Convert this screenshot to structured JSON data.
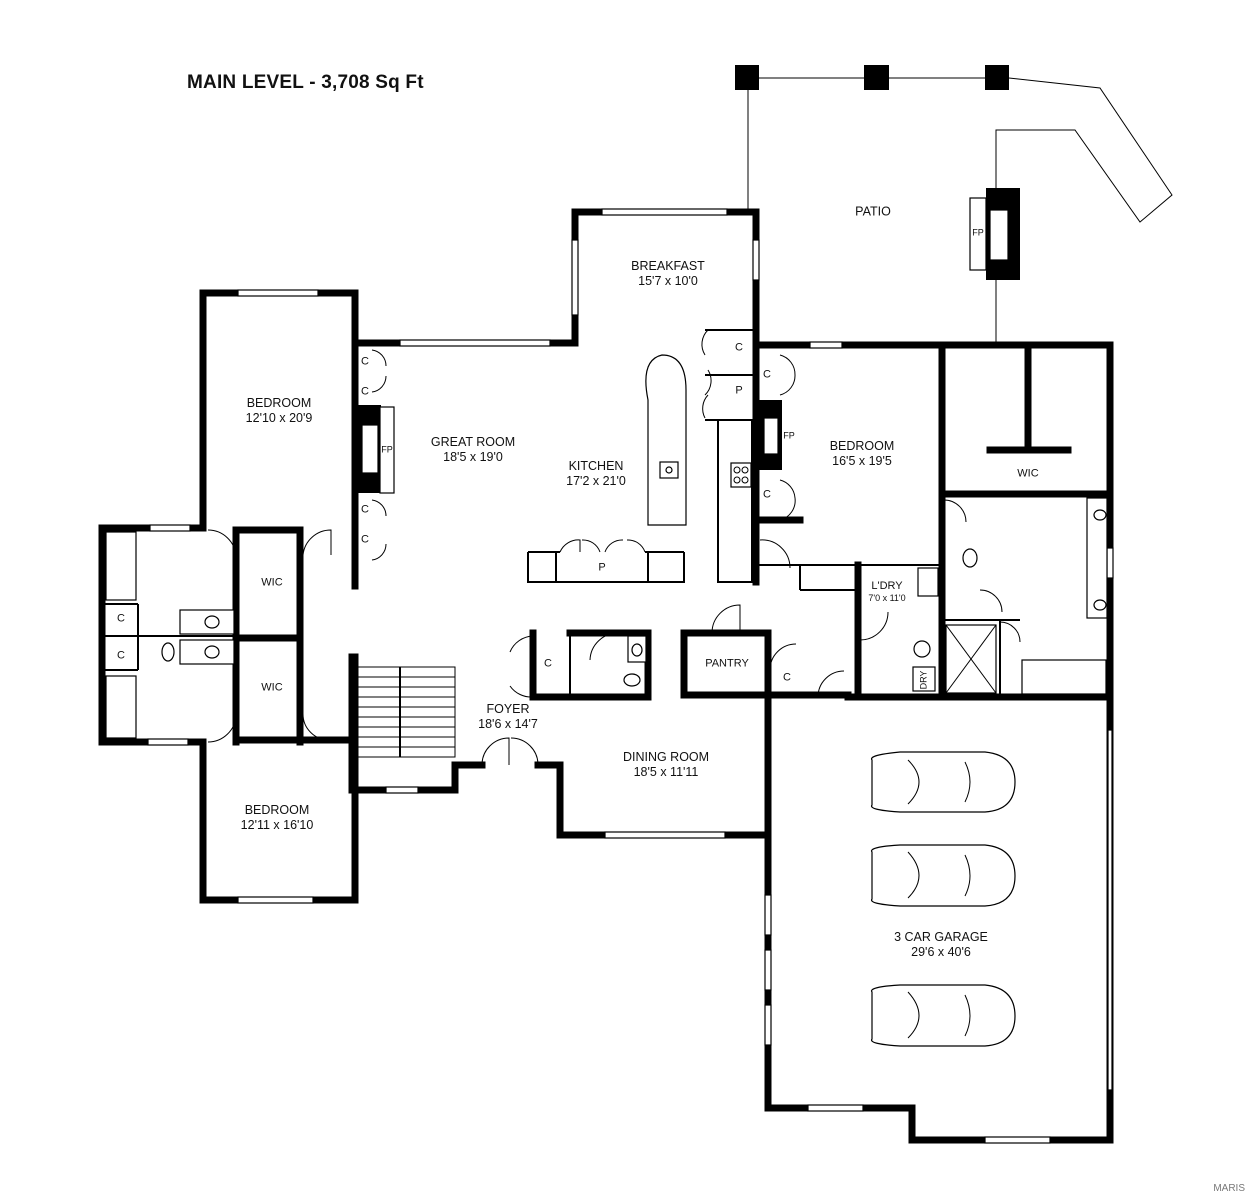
{
  "title": "MAIN LEVEL - 3,708 Sq Ft",
  "watermark": "MARIS",
  "rooms": {
    "patio": {
      "name": "PATIO"
    },
    "breakfast": {
      "name": "BREAKFAST",
      "dims": "15'7 x 10'0"
    },
    "great_room": {
      "name": "GREAT ROOM",
      "dims": "18'5 x 19'0"
    },
    "kitchen": {
      "name": "KITCHEN",
      "dims": "17'2 x 21'0"
    },
    "bedroom_nw": {
      "name": "BEDROOM",
      "dims": "12'10 x 20'9"
    },
    "bedroom_east": {
      "name": "BEDROOM",
      "dims": "16'5 x 19'5"
    },
    "bedroom_sw": {
      "name": "BEDROOM",
      "dims": "12'11 x 16'10"
    },
    "foyer": {
      "name": "FOYER",
      "dims": "18'6 x 14'7"
    },
    "dining_room": {
      "name": "DINING ROOM",
      "dims": "18'5 x 11'11"
    },
    "laundry": {
      "name": "L'DRY",
      "dims": "7'0 x 11'0"
    },
    "pantry": {
      "name": "PANTRY"
    },
    "garage": {
      "name": "3 CAR GARAGE",
      "dims": "29'6 x 40'6"
    }
  },
  "small_labels": {
    "closet": "C",
    "pantry": "P",
    "walk_in_closet": "WIC",
    "fireplace": "FP",
    "dryer": "DRY"
  }
}
